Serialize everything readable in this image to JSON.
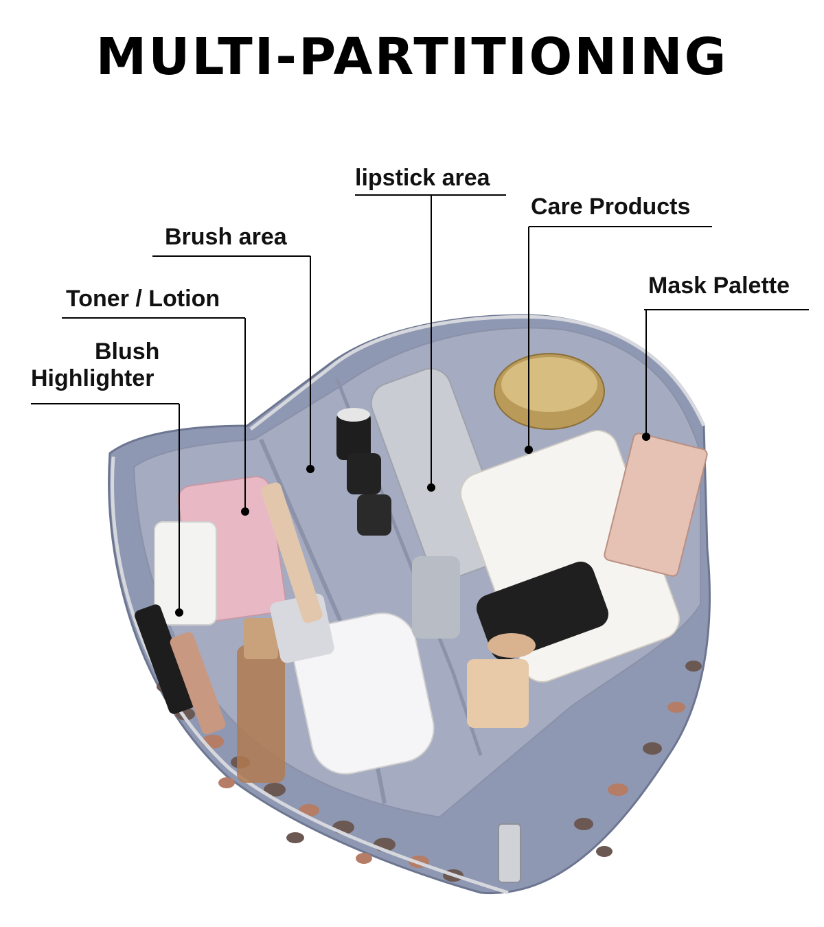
{
  "title": "MULTI-PARTITIONING",
  "labels": {
    "lipstick_area": "lipstick area",
    "care_products": "Care Products",
    "brush_area": "Brush area",
    "mask_palette": "Mask Palette",
    "toner_lotion": "Toner / Lotion",
    "blush": "Blush",
    "highlighter": "Highlighter"
  },
  "colors": {
    "bag_lining": "#9ea3b8",
    "bag_outer": "#7f8aa6",
    "leopard_spot": "#5b4a48",
    "leopard_fill": "#b57c66",
    "zipper": "#c9ccd4",
    "line": "#000000"
  }
}
